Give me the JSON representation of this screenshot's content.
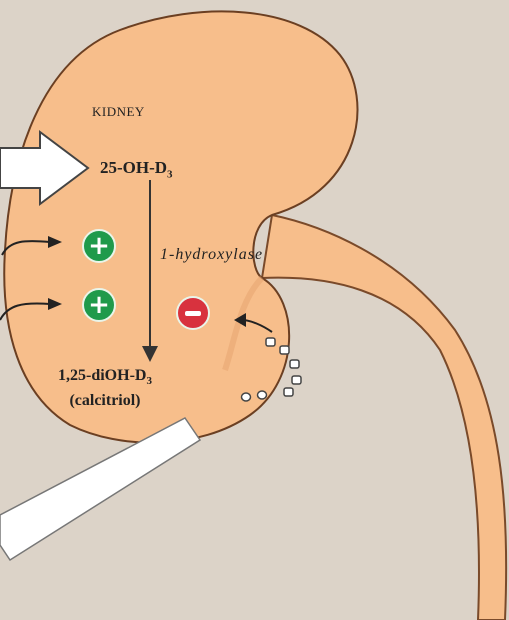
{
  "labels": {
    "organ": "KIDNEY",
    "substrate_main": "25-OH-D",
    "substrate_sub": "3",
    "enzyme": "1-hydroxylase",
    "product_main": "1,25-diOH-D",
    "product_sub": "3",
    "product_name": "(calcitriol)"
  },
  "regulators": [
    {
      "sign": "+",
      "effect": "stimulates"
    },
    {
      "sign": "+",
      "effect": "stimulates"
    },
    {
      "sign": "-",
      "effect": "inhibits"
    }
  ],
  "colors": {
    "kidney_fill": "#f7be8b",
    "kidney_outline": "#7a4a2a",
    "background": "#dcd3c8",
    "stimulate": "#1f9a4b",
    "inhibit": "#d8323e"
  }
}
